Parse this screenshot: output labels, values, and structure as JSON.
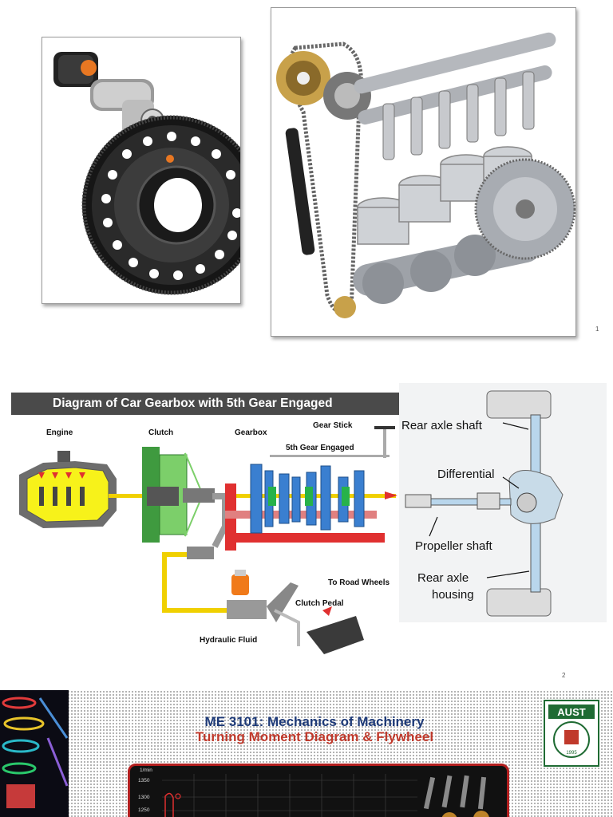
{
  "slide1": {
    "page_number": "1",
    "left_image": "starter-motor-and-flywheel-ring-gear",
    "right_image": "engine-camshaft-timing-chain-and-crankshaft"
  },
  "slide2": {
    "page_number": "2",
    "title": "Diagram of Car Gearbox with 5th Gear Engaged",
    "labels": {
      "engine": "Engine",
      "clutch": "Clutch",
      "gearbox": "Gearbox",
      "gear_stick": "Gear Stick",
      "fifth_gear": "5th Gear Engaged",
      "to_road_wheels": "To Road Wheels",
      "clutch_pedal": "Clutch Pedal",
      "hydraulic_fluid": "Hydraulic Fluid"
    },
    "axle_labels": {
      "rear_axle_shaft": "Rear axle shaft",
      "differential": "Differential",
      "propeller_shaft": "Propeller shaft",
      "rear_axle_housing_1": "Rear axle",
      "rear_axle_housing_2": "housing"
    }
  },
  "slide3": {
    "title_line1": "ME 3101: Mechanics of Machinery",
    "title_line2": "Turning Moment Diagram & Flywheel",
    "logo_text": "AUST",
    "logo_year": "1995",
    "chart_axis_unit": "1/min",
    "chart_ticks": [
      "1350",
      "1300",
      "1250"
    ]
  },
  "colors": {
    "title_blue": "#1e3a78",
    "title_red": "#c0392b",
    "engine_yellow": "#f7f21a",
    "clutch_green": "#5cb85c",
    "gear_blue": "#3a7fd0",
    "shaft_red": "#e03030"
  }
}
